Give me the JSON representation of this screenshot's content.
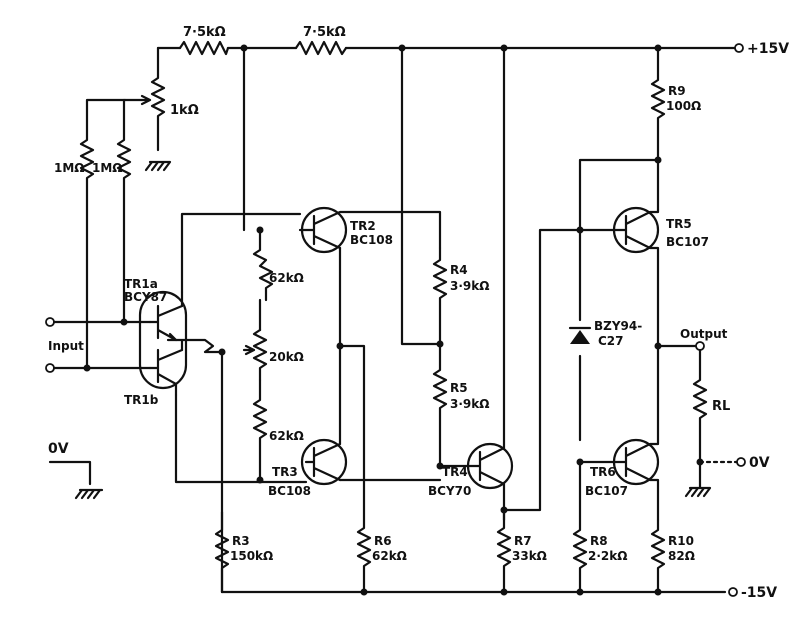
{
  "rails": {
    "positive": "+15V",
    "negative": "-15V",
    "zero": "0V",
    "zero_left": "0V"
  },
  "io": {
    "input": "Input",
    "output": "Output"
  },
  "top_resistors": {
    "r_a": "7·5kΩ",
    "r_b": "7·5kΩ",
    "pot": "1kΩ"
  },
  "input_resistors": {
    "r1": "1MΩ",
    "r2": "1MΩ"
  },
  "transistors": {
    "tr1a": {
      "ref": "TR1a",
      "type": "BCY87"
    },
    "tr1b": {
      "ref": "TR1b"
    },
    "tr2": {
      "ref": "TR2",
      "type": "BC108"
    },
    "tr3": {
      "ref": "TR3",
      "type": "BC108"
    },
    "tr4": {
      "ref": "TR4",
      "type": "BCY70"
    },
    "tr5": {
      "ref": "TR5",
      "type": "BC107"
    },
    "tr6": {
      "ref": "TR6",
      "type": "BC107"
    }
  },
  "chain": {
    "top": "62kΩ",
    "pot": "20kΩ",
    "bottom": "62kΩ"
  },
  "resistors": {
    "r3": {
      "ref": "R3",
      "value": "150kΩ"
    },
    "r4": {
      "ref": "R4",
      "value": "3·9kΩ"
    },
    "r5": {
      "ref": "R5",
      "value": "3·9kΩ"
    },
    "r6": {
      "ref": "R6",
      "value": "62kΩ"
    },
    "r7": {
      "ref": "R7",
      "value": "33kΩ"
    },
    "r8": {
      "ref": "R8",
      "value": "2·2kΩ"
    },
    "r9": {
      "ref": "R9",
      "value": "100Ω"
    },
    "r10": {
      "ref": "R10",
      "value": "82Ω"
    },
    "rl": {
      "ref": "RL"
    }
  },
  "zener": {
    "line1": "BZY94-",
    "line2": "C27"
  }
}
